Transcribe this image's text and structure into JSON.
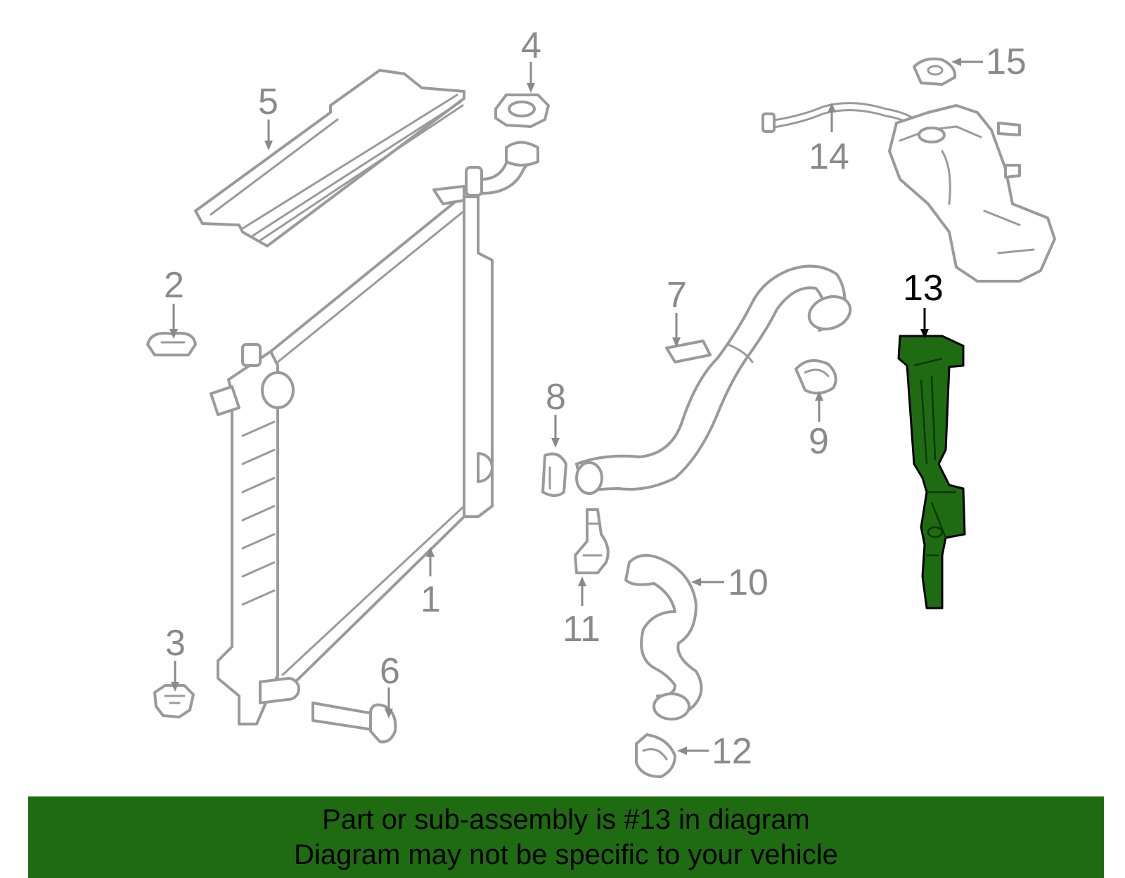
{
  "diagram": {
    "highlight_color": "#1f6b12",
    "part_outline_color": "#9a9a9a",
    "callouts": [
      {
        "id": "1",
        "label": "1"
      },
      {
        "id": "2",
        "label": "2"
      },
      {
        "id": "3",
        "label": "3"
      },
      {
        "id": "4",
        "label": "4"
      },
      {
        "id": "5",
        "label": "5"
      },
      {
        "id": "6",
        "label": "6"
      },
      {
        "id": "7",
        "label": "7"
      },
      {
        "id": "8",
        "label": "8"
      },
      {
        "id": "9",
        "label": "9"
      },
      {
        "id": "10",
        "label": "10"
      },
      {
        "id": "11",
        "label": "11"
      },
      {
        "id": "12",
        "label": "12"
      },
      {
        "id": "13",
        "label": "13"
      },
      {
        "id": "14",
        "label": "14"
      },
      {
        "id": "15",
        "label": "15"
      }
    ],
    "highlighted_callout": "13"
  },
  "banner": {
    "background_color": "#1f6b12",
    "line1": "Part or sub-assembly is #13 in diagram",
    "line2": "Diagram may not be specific to your vehicle"
  }
}
